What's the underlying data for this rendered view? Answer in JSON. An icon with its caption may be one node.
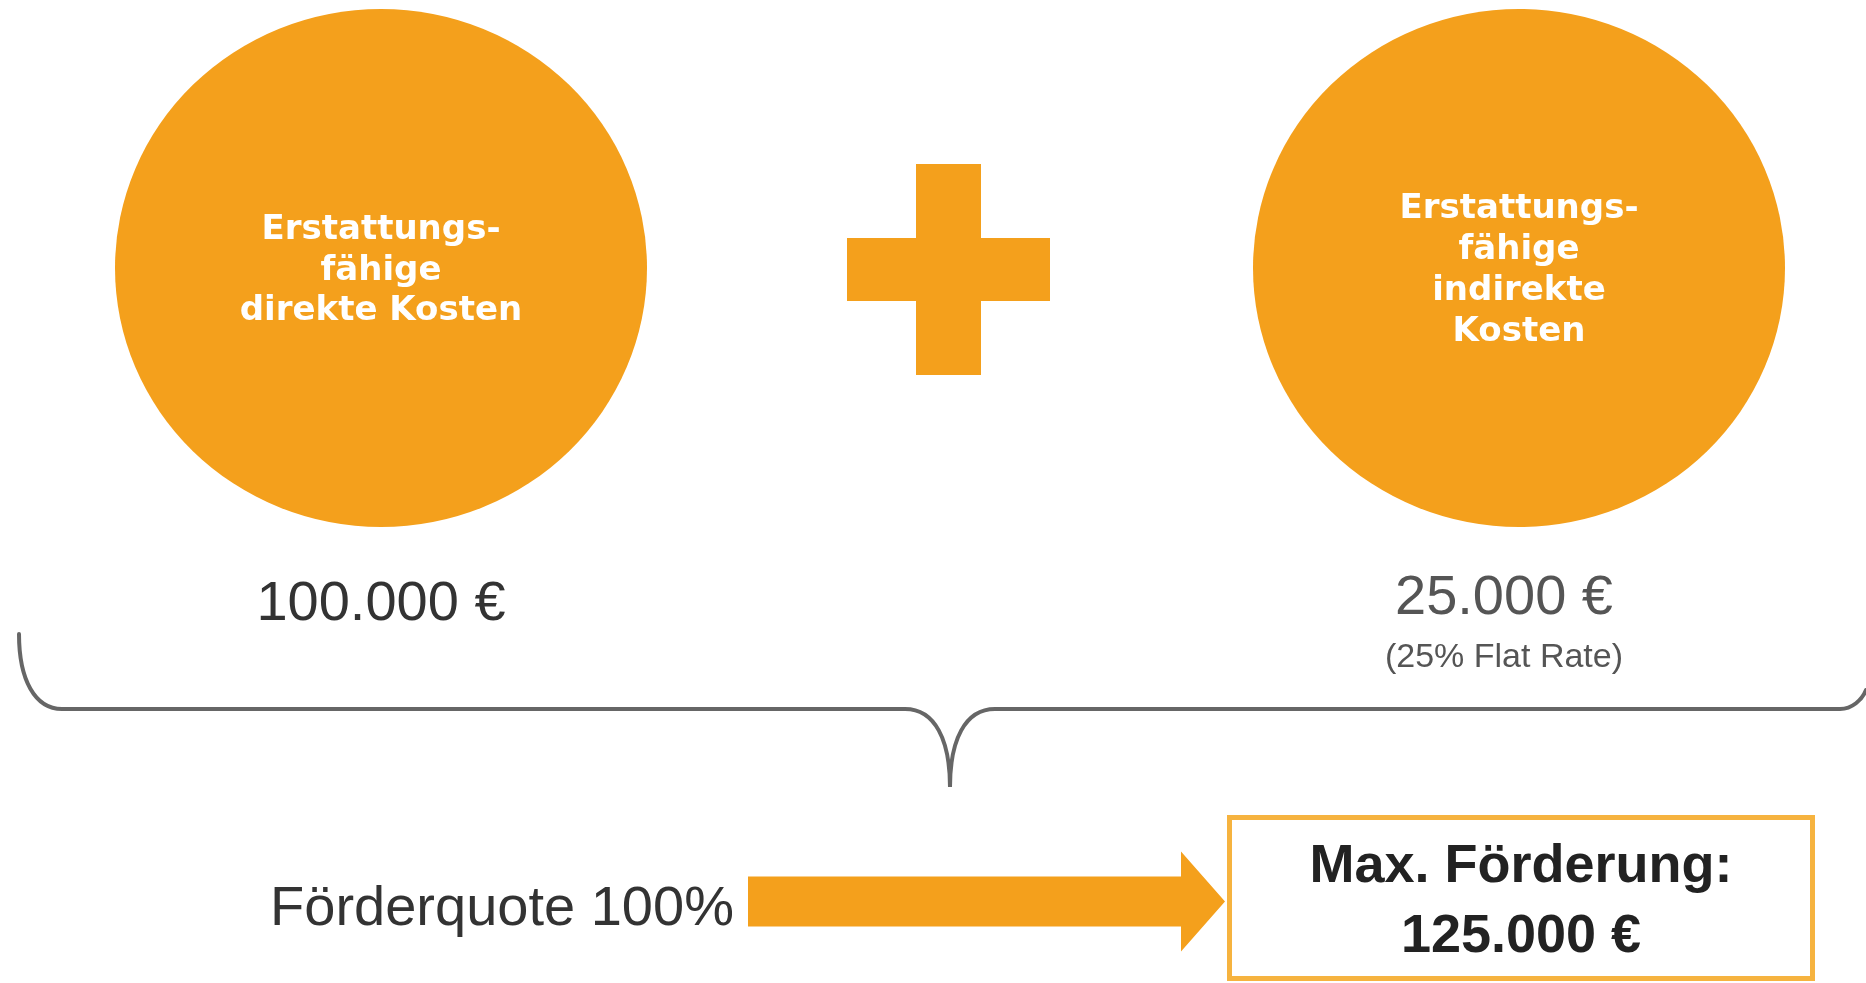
{
  "diagram": {
    "nodes": [
      {
        "text": [
          "Erstattungs- fähige direkte Kosten"
        ],
        "beside": [
          "100.000 €"
        ]
      },
      {
        "text": [
          "Erstattungs- fähige indirekte Kosten"
        ],
        "beside": [
          "25.000 €",
          "(25% Flat Rate)"
        ]
      },
      {
        "text": [
          "Förderquote 100%"
        ]
      },
      {
        "text": [
          "Max. Förderung: 125.000 €"
        ]
      }
    ],
    "edges": [
      {
        "from": 2,
        "to": 3,
        "arrow": "to"
      }
    ]
  }
}
